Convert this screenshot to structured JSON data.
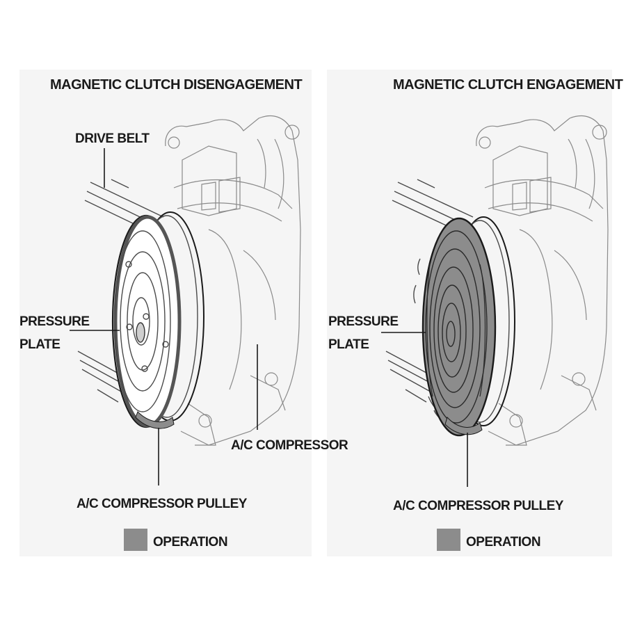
{
  "panels": [
    {
      "title": "MAGNETIC CLUTCH DISENGAGEMENT",
      "labels": {
        "drive_belt": "DRIVE BELT",
        "pressure_1": "PRESSURE",
        "pressure_2": "PLATE",
        "compressor": "A/C COMPRESSOR",
        "pulley": "A/C COMPRESSOR PULLEY"
      },
      "legend": "OPERATION"
    },
    {
      "title": "MAGNETIC CLUTCH ENGAGEMENT",
      "labels": {
        "pressure_1": "PRESSURE",
        "pressure_2": "PLATE",
        "pulley": "A/C COMPRESSOR PULLEY"
      },
      "legend": "OPERATION"
    }
  ],
  "colors": {
    "operation_fill": "#8c8c8c",
    "line": "#4a4a4a",
    "panel_bg": "#f4f4f4"
  }
}
